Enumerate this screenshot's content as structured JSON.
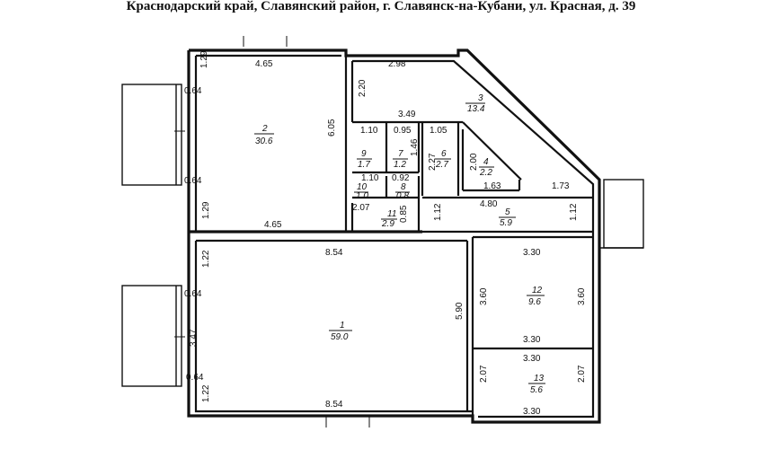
{
  "header": {
    "address": "Краснодарский край, Славянский район, г. Славянск-на-Кубани, ул. Красная, д. 39"
  },
  "rooms": [
    {
      "id": "r2",
      "number": "2",
      "area": "30.6"
    },
    {
      "id": "r3",
      "number": "3",
      "area": "13.4"
    },
    {
      "id": "r4",
      "number": "4",
      "area": "2.2"
    },
    {
      "id": "r5",
      "number": "5",
      "area": "5.9"
    },
    {
      "id": "r6",
      "number": "6",
      "area": "2.7"
    },
    {
      "id": "r7",
      "number": "7",
      "area": "1.2"
    },
    {
      "id": "r8",
      "number": "8",
      "area": "0.8"
    },
    {
      "id": "r9",
      "number": "9",
      "area": "1.7"
    },
    {
      "id": "r10",
      "number": "10",
      "area": "1.0"
    },
    {
      "id": "r11",
      "number": "11",
      "area": "2.9"
    },
    {
      "id": "r1",
      "number": "1",
      "area": "59.0"
    },
    {
      "id": "r12",
      "number": "12",
      "area": "9.6"
    },
    {
      "id": "r13",
      "number": "13",
      "area": "5.6"
    }
  ],
  "dimensions": {
    "d_129a": "1.29",
    "d_465a": "4.65",
    "d_064a": "0.64",
    "d_605": "6.05",
    "d_064b": "0.64",
    "d_129b": "1.29",
    "d_465b": "4.65",
    "d_298": "2.98",
    "d_220": "2.20",
    "d_349": "3.49",
    "d_110a": "1.10",
    "d_095": "0.95",
    "d_146": "1.46",
    "d_105": "1.05",
    "d_227": "2.27",
    "d_200": "2.00",
    "d_163": "1.63",
    "d_173": "1.73",
    "d_110b": "1.10",
    "d_092": "0.92",
    "d_207a": "2.07",
    "d_085": "0.85",
    "d_112a": "1.12",
    "d_480": "4.80",
    "d_112b": "1.12",
    "d_122a": "1.22",
    "d_854a": "8.54",
    "d_064c": "0.64",
    "d_347": "3.47",
    "d_590": "5.90",
    "d_064d": "0.64",
    "d_122b": "1.22",
    "d_854b": "8.54",
    "d_330a": "3.30",
    "d_360a": "3.60",
    "d_360b": "3.60",
    "d_330b": "3.30",
    "d_330c": "3.30",
    "d_207b": "2.07",
    "d_207c": "2.07",
    "d_330d": "3.30"
  }
}
